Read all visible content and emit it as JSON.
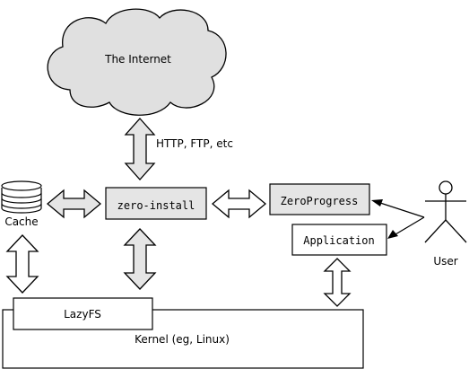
{
  "internet": {
    "label": "The Internet"
  },
  "protocols": {
    "label": "HTTP, FTP, etc"
  },
  "cache": {
    "label": "Cache"
  },
  "zero_install": {
    "label": "zero-install"
  },
  "zero_progress": {
    "label": "ZeroProgress"
  },
  "application": {
    "label": "Application"
  },
  "user": {
    "label": "User"
  },
  "lazyfs": {
    "label": "LazyFS"
  },
  "kernel": {
    "label": "Kernel (eg, Linux)"
  },
  "colors": {
    "box_fill": "#e5e5e5",
    "cloud_fill": "#e0e0e0",
    "stroke": "#000000"
  }
}
